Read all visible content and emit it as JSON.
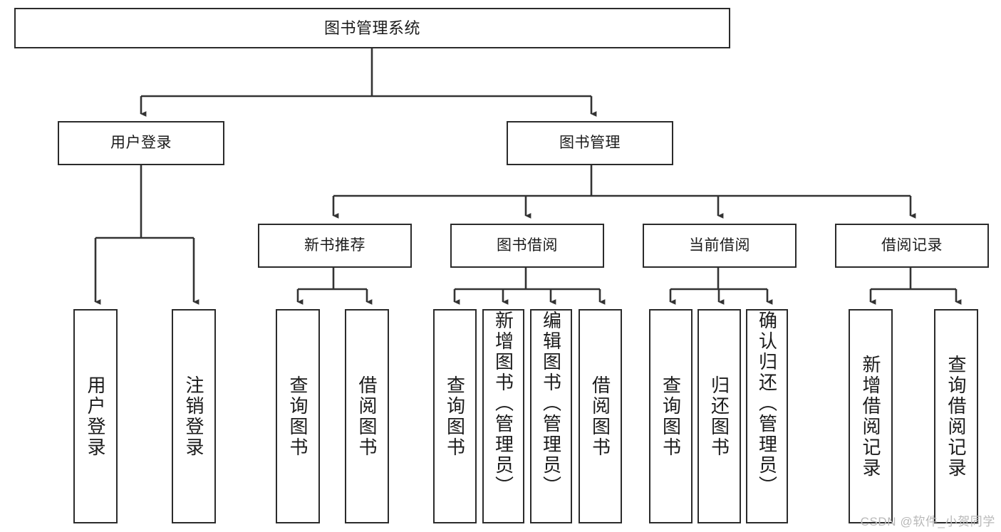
{
  "diagram": {
    "title": "图书管理系统",
    "type": "tree-hierarchy",
    "root": {
      "label": "图书管理系统"
    },
    "level1": [
      {
        "label": "用户登录"
      },
      {
        "label": "图书管理"
      }
    ],
    "level2": [
      {
        "label": "新书推荐"
      },
      {
        "label": "图书借阅"
      },
      {
        "label": "当前借阅"
      },
      {
        "label": "借阅记录"
      }
    ],
    "leaves": {
      "user_login": [
        {
          "label": "用户登录"
        },
        {
          "label": "注销登录"
        }
      ],
      "new_book_recommend": [
        {
          "label": "查询图书"
        },
        {
          "label": "借阅图书"
        }
      ],
      "book_borrow": [
        {
          "label": "查询图书"
        },
        {
          "label": "新增图书（管理员）"
        },
        {
          "label": "编辑图书（管理员）"
        },
        {
          "label": "借阅图书"
        }
      ],
      "current_borrow": [
        {
          "label": "查询图书"
        },
        {
          "label": "归还图书"
        },
        {
          "label": "确认归还（管理员）"
        }
      ],
      "borrow_record": [
        {
          "label": "新增借阅记录"
        },
        {
          "label": "查询借阅记录"
        }
      ]
    }
  },
  "watermark": {
    "text": "CSDN @软件_小贺同学"
  },
  "colors": {
    "box_border": "#2b2b2b",
    "box_fill": "#ffffff",
    "text": "#1b1b1b",
    "edge": "#333333",
    "watermark": "#b9b9b9"
  }
}
